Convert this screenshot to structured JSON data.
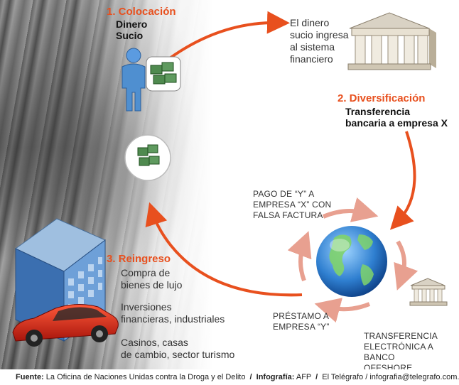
{
  "step1": {
    "title": "1. Colocación",
    "label_line1": "Dinero",
    "label_line2": "Sucio"
  },
  "bank_note": {
    "line1": "El dinero",
    "line2": "sucio ingresa",
    "line3": "al sistema",
    "line4": "financiero"
  },
  "step2": {
    "title": "2. Diversificación",
    "label_line1": "Transferencia",
    "label_line2": "bancaria a empresa X"
  },
  "cycle": {
    "pago_line1": "PAGO DE “Y” A",
    "pago_line2": "EMPRESA “X” CON",
    "pago_line3": "FALSA FACTURA",
    "prestamo_line1": "PRÉSTAMO A",
    "prestamo_line2": "EMPRESA “Y”",
    "transfer_line1": "TRANSFERENCIA",
    "transfer_line2": "ELECTRÓNICA A BANCO",
    "transfer_line3": "OFFSHORE"
  },
  "step3": {
    "title": "3. Reingreso",
    "item1_line1": "Compra de",
    "item1_line2": "bienes de lujo",
    "item2_line1": "Inversiones",
    "item2_line2": "financieras, industriales",
    "item3_line1": "Casinos, casas",
    "item3_line2": "de cambio, sector turismo"
  },
  "footer": {
    "fuente_label": "Fuente:",
    "fuente_text": "La Oficina de Naciones Unidas contra la Droga y el Delito",
    "infografia_label": "Infografía:",
    "infografia_text": "AFP",
    "credit": "El Telégrafo / infografia@telegrafo.com.ec"
  },
  "colors": {
    "accent": "#e8501e",
    "cycle_arrow": "#e8a090",
    "person": "#4f8fd0",
    "money": "#3a7a3a"
  },
  "icons": [
    "person-icon",
    "money-stack-icon",
    "bank-icon",
    "globe-icon",
    "building-icon",
    "car-icon"
  ]
}
